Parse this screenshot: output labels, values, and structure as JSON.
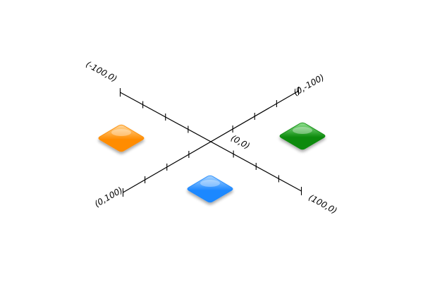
{
  "axes": {
    "x_axis": {
      "min_label": "(-100,0)",
      "max_label": "(100,0)",
      "tick_count": 4
    },
    "y_axis": {
      "min_label": "(0,-100)",
      "max_label": "(0,100)",
      "tick_count": 4
    },
    "origin_label": "(0,0)"
  },
  "markers": [
    {
      "name": "orange-diamond",
      "color": "#ff8c00",
      "highlight": "#ffd79a",
      "x": -50,
      "y": 50
    },
    {
      "name": "blue-diamond",
      "color": "#1e88ff",
      "highlight": "#a8d4ff",
      "x": 50,
      "y": 50
    },
    {
      "name": "green-diamond",
      "color": "#0a8a0a",
      "highlight": "#8fe08f",
      "x": 50,
      "y": -50
    }
  ]
}
